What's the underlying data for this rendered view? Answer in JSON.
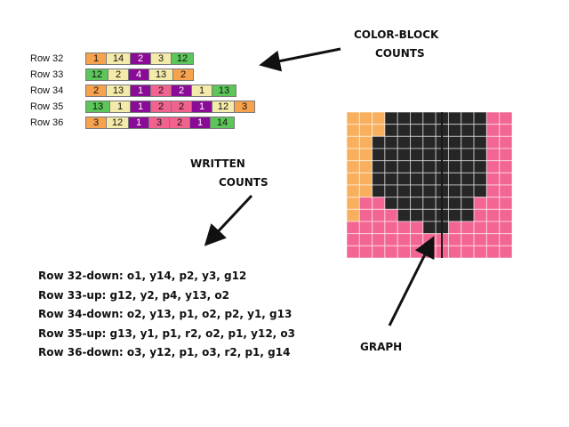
{
  "colors": {
    "o": "#f6a24e",
    "y": "#f4eaaa",
    "p": "#8a0b95",
    "g": "#5cc65a",
    "r": "#f2628f",
    "k": "#242424"
  },
  "color_block_counts": [
    {
      "label": "Row 32",
      "cells": [
        {
          "c": "o",
          "n": "1"
        },
        {
          "c": "y",
          "n": "14"
        },
        {
          "c": "p",
          "n": "2"
        },
        {
          "c": "y",
          "n": "3"
        },
        {
          "c": "g",
          "n": "12"
        }
      ]
    },
    {
      "label": "Row 33",
      "cells": [
        {
          "c": "g",
          "n": "12"
        },
        {
          "c": "y",
          "n": "2"
        },
        {
          "c": "p",
          "n": "4"
        },
        {
          "c": "y",
          "n": "13"
        },
        {
          "c": "o",
          "n": "2"
        }
      ]
    },
    {
      "label": "Row 34",
      "cells": [
        {
          "c": "o",
          "n": "2"
        },
        {
          "c": "y",
          "n": "13"
        },
        {
          "c": "p",
          "n": "1"
        },
        {
          "c": "r",
          "n": "2"
        },
        {
          "c": "p",
          "n": "2"
        },
        {
          "c": "y",
          "n": "1"
        },
        {
          "c": "g",
          "n": "13"
        }
      ]
    },
    {
      "label": "Row 35",
      "cells": [
        {
          "c": "g",
          "n": "13"
        },
        {
          "c": "y",
          "n": "1"
        },
        {
          "c": "p",
          "n": "1"
        },
        {
          "c": "r",
          "n": "2"
        },
        {
          "c": "r",
          "n": "2"
        },
        {
          "c": "p",
          "n": "1"
        },
        {
          "c": "y",
          "n": "12"
        },
        {
          "c": "o",
          "n": "3"
        }
      ]
    },
    {
      "label": "Row 36",
      "cells": [
        {
          "c": "o",
          "n": "3"
        },
        {
          "c": "y",
          "n": "12"
        },
        {
          "c": "p",
          "n": "1"
        },
        {
          "c": "r",
          "n": "3"
        },
        {
          "c": "r",
          "n": "2"
        },
        {
          "c": "p",
          "n": "1"
        },
        {
          "c": "g",
          "n": "14"
        }
      ]
    }
  ],
  "callouts": {
    "color_block_1": "COLOR-BLOCK",
    "color_block_2": "COUNTS",
    "written_1": "WRITTEN",
    "written_2": "COUNTS",
    "graph": "GRAPH"
  },
  "written_counts": [
    "Row 32-down: o1, y14, p2, y3, g12",
    "Row 33-up: g12, y2, p4, y13, o2",
    "Row 34-down: o2, y13, p1, o2, p2, y1, g13",
    "Row 35-up: g13, y1, p1, r2, o2, p1, y12, o3",
    "Row 36-down: o3, y12, p1, o3, r2, p1, g14"
  ],
  "graph": {
    "rows": [
      "oooKKKKKKKKrr",
      "oooKKKKKKKKrr",
      "ooKKKKKKKKKrr",
      "ooKKKKKKKKKrr",
      "ooKKKKKKKKKrr",
      "ooKKKKKKKKKrr",
      "ooKKKKKKKKKrr",
      "orrKKKKKKKrrr",
      "orrrKKKKKKrrr",
      "rrrrrrKKrrrrr",
      "rrrrrrrrrrrrr",
      "rrrrrrrrrrrrr"
    ],
    "legend": {
      "o": "#f8b05e",
      "K": "#262626",
      "r": "#f36694"
    }
  }
}
